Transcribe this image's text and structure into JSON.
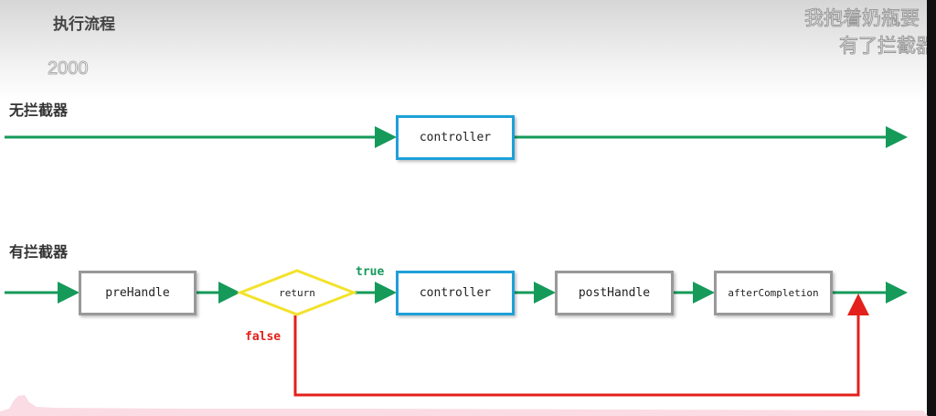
{
  "title": "执行流程",
  "year": "2000",
  "subtitle": [
    "我抱着奶瓶要",
    "有了拦截器"
  ],
  "sections": {
    "without": "无拦截器",
    "with": "有拦截器"
  },
  "nodes": {
    "controller_top": "controller",
    "prehandle": "preHandle",
    "return": "return",
    "controller": "controller",
    "posthandle": "postHandle",
    "aftercompletion": "afterCompletion"
  },
  "edges": {
    "true": "true",
    "false": "false"
  },
  "colors": {
    "arrow": "#159a5a",
    "controller": "#1ea0d8",
    "step": "#999999",
    "decision": "#f3e22a",
    "false": "#e3201b"
  }
}
